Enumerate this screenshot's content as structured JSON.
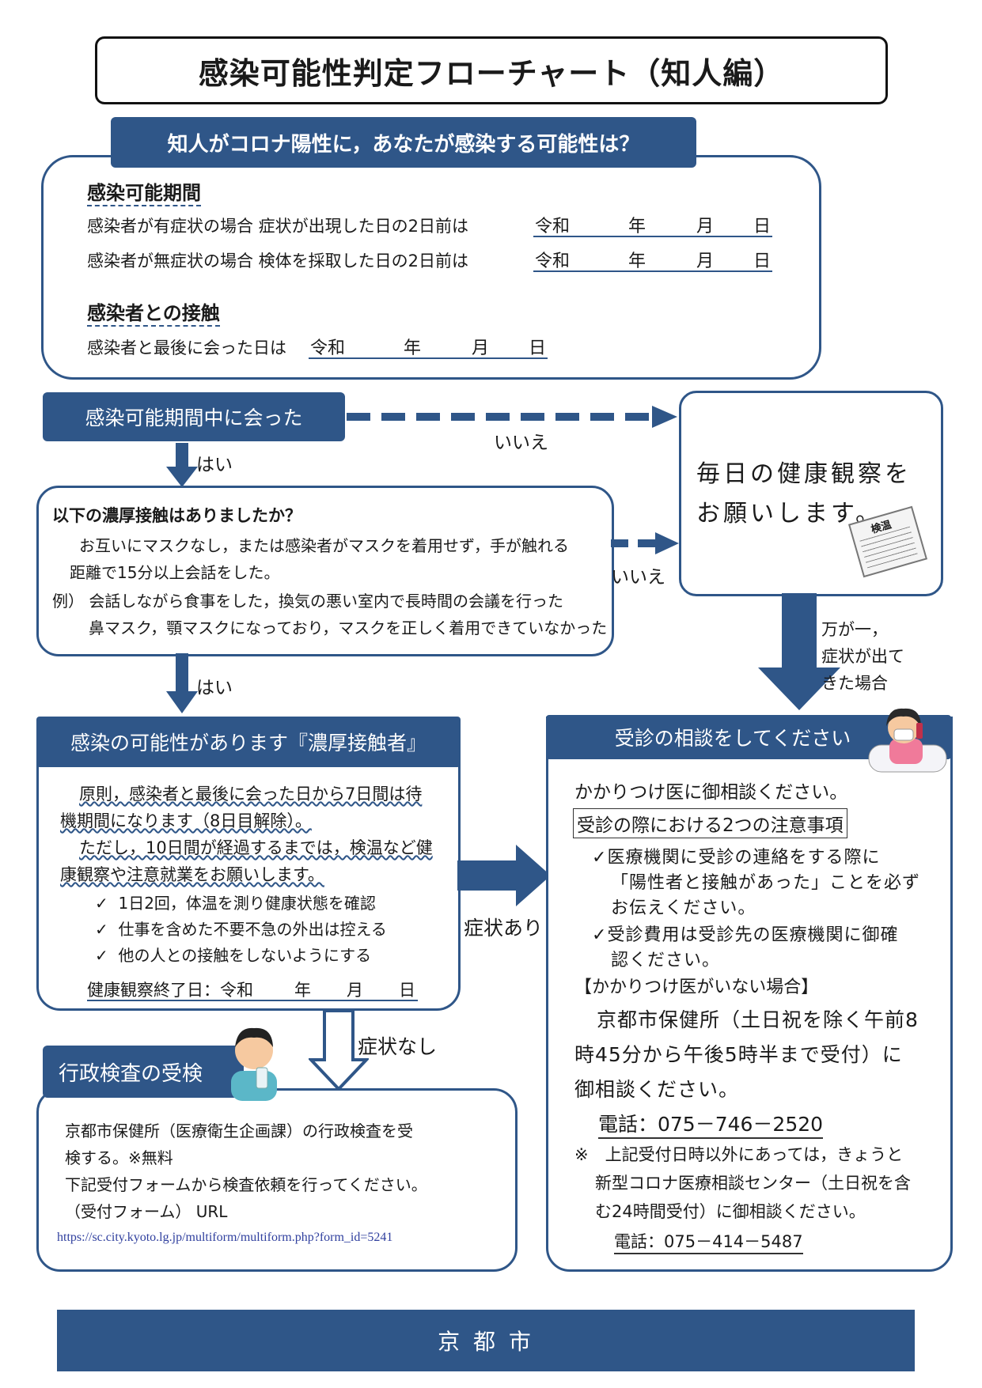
{
  "title": "感染可能性判定フローチャート（知人編）",
  "question_banner": "知人がコロナ陽性に，あなたが感染する可能性は？",
  "period": {
    "heading": "感染可能期間",
    "symptomatic": {
      "label": "感染者が有症状の場合 症状が出現した日の2日前は",
      "era": "令和",
      "y": "年",
      "m": "月",
      "d": "日"
    },
    "asymptomatic": {
      "label": "感染者が無症状の場合 検体を採取した日の2日前は",
      "era": "令和",
      "y": "年",
      "m": "月",
      "d": "日"
    }
  },
  "contact": {
    "heading": "感染者との接触",
    "last_met": {
      "label": "感染者と最後に会った日は",
      "era": "令和",
      "y": "年",
      "m": "月",
      "d": "日"
    }
  },
  "step1": {
    "label": "感染可能期間中に会った",
    "yes": "はい",
    "no": "いいえ"
  },
  "step2": {
    "question": "以下の濃厚接触はありましたか？",
    "line1": "お互いにマスクなし，または感染者がマスクを着用せず，手が触れる",
    "line2": "距離で15分以上会話をした。",
    "example1": "例） 会話しながら食事をした，換気の悪い室内で長時間の会議を行った",
    "example2": "鼻マスク，顎マスクになっており，マスクを正しく着用できていなかった",
    "yes": "はい",
    "no": "いいえ"
  },
  "observe": {
    "line1": "毎日の健康観察を",
    "line2": "お願いします。",
    "sheet_label": "検温",
    "if_symptoms_1": "万が一，",
    "if_symptoms_2": "症状が出て",
    "if_symptoms_3": "きた場合"
  },
  "close_contact": {
    "header": "感染の可能性があります『濃厚接触者』",
    "p1a": "原則，感染者と最後に会った日から7日間は待",
    "p1b": "機期間になります（8日目解除）。",
    "p2a": "ただし，10日間が経過するまでは，検温など健",
    "p2b": "康観察や注意就業をお願いします。",
    "checks": [
      "1日2回，体温を測り健康状態を確認",
      "仕事を含めた不要不急の外出は控える",
      "他の人との接触をしないようにする"
    ],
    "end_label": "健康観察終了日：令和",
    "y": "年",
    "m": "月",
    "d": "日",
    "symptoms_yes": "症状あり",
    "symptoms_no": "症状なし"
  },
  "consult": {
    "header": "受診の相談をしてください",
    "intro": "かかりつけ医に御相談ください。",
    "notice_title": "受診の際における2つの注意事項",
    "item1a": "医療機関に受診の連絡をする際に",
    "item1b": "「陽性者と接触があった」ことを必ず",
    "item1c": "お伝えください。",
    "item2a": "受診費用は受診先の医療機関に御確",
    "item2b": "認ください。",
    "no_doctor": "【かかりつけ医がいない場合】",
    "hc1": "京都市保健所（土日祝を除く午前8",
    "hc2": "時45分から午後5時半まで受付）に",
    "hc3": "御相談ください。",
    "tel1": "電話：075－746－2520",
    "note1": "※　上記受付日時以外にあっては，きょうと",
    "note2": "新型コロナ医療相談センター（土日祝を含",
    "note3": "む24時間受付）に御相談ください。",
    "tel2": "電話：075－414－5487"
  },
  "admin_test": {
    "header": "行政検査の受検",
    "l1": "京都市保健所（医療衛生企画課）の行政検査を受",
    "l2": "検する。※無料",
    "l3": "下記受付フォームから検査依頼を行ってください。",
    "l4": "（受付フォーム） URL",
    "url": "https://sc.city.kyoto.lg.jp/multiform/multiform.php?form_id=5241"
  },
  "footer": "京 都 市",
  "colors": {
    "primary": "#2f5688",
    "text": "#1a1a1a",
    "link": "#2f3f9e"
  }
}
